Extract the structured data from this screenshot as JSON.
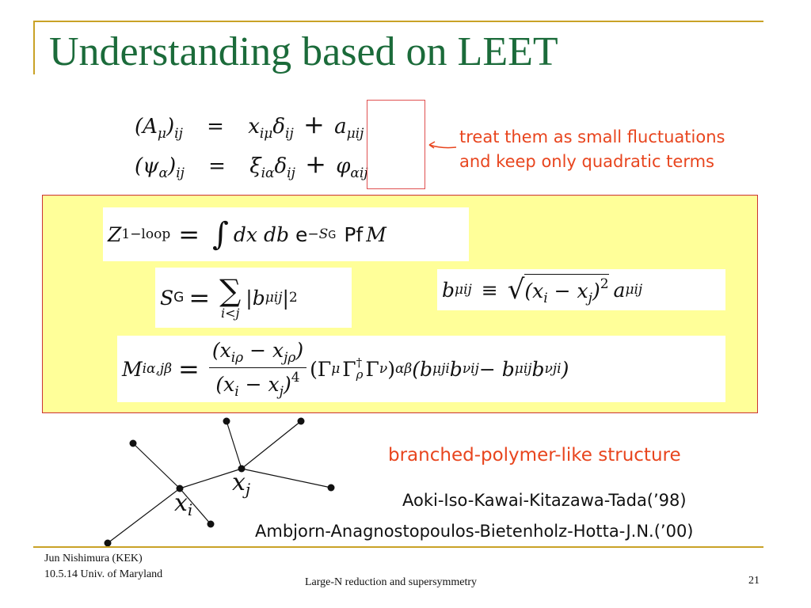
{
  "title": "Understanding based on LEET",
  "equations_top": {
    "row1": {
      "lhs_base": "(A",
      "lhs_sub1": "μ",
      "lhs_close": ")",
      "lhs_sub2": "ij",
      "eq": "=",
      "x": "x",
      "x_sub": "iμ",
      "delta": "δ",
      "delta_sub": "ij",
      "plus": "+",
      "fluct": "a",
      "fluct_sub": "μij"
    },
    "row2": {
      "lhs_base": "(ψ",
      "lhs_sub1": "α",
      "lhs_close": ")",
      "lhs_sub2": "ij",
      "eq": "=",
      "x": "ξ",
      "x_sub": "iα",
      "delta": "δ",
      "delta_sub": "ij",
      "plus": "+",
      "fluct": "φ",
      "fluct_sub": "αij"
    }
  },
  "note": {
    "line1": "treat them as small fluctuations",
    "line2": "and keep only quadratic terms"
  },
  "box": {
    "z": {
      "z": "Z",
      "z_sub": "1−loop",
      "eq": "=",
      "int": "∫",
      "measure": "dx db",
      "e": "e",
      "e_sup_minus": "−S",
      "e_sup_sub": "G",
      "pf": "Pf",
      "m": "M"
    },
    "s": {
      "s": "S",
      "s_sub": "G",
      "eq": "=",
      "sum": "∑",
      "sum_lim": "i<j",
      "abs_open": "|b",
      "abs_sub": "μij",
      "abs_close": "|",
      "sq": "2"
    },
    "b": {
      "b": "b",
      "b_sub": "μij",
      "equiv": "≡",
      "sqrt": "√",
      "inner": "(x",
      "i": "i",
      "minus": " − x",
      "j": "j",
      "close": ")",
      "sq": "2",
      "a": "a",
      "a_sub": "μij"
    },
    "m": {
      "m": "M",
      "m_sub": "iα,jβ",
      "eq": "=",
      "num": "(x",
      "num_sub1": "iρ",
      "num_minus": " − x",
      "num_sub2": "jρ",
      "num_close": ")",
      "den": "(x",
      "den_sub1": "i",
      "den_minus": " − x",
      "den_sub2": "j",
      "den_close": ")",
      "den_pow": "4",
      "gamma_open": "(Γ",
      "g1_sub": "μ",
      "g2": "Γ",
      "g2_sup": "†",
      "g2_sub": "ρ",
      "g3": "Γ",
      "g3_sub": "ν",
      "gamma_close": ")",
      "gamma_sub": "αβ",
      "b_expr": "(b",
      "b1_sub": "μji",
      "b2": "b",
      "b2_sub": "νij",
      "minus": " − b",
      "b3_sub": "μij",
      "b4": "b",
      "b4_sub": "νji",
      "b_close": ")"
    }
  },
  "graph": {
    "label_xj": "x",
    "label_xj_sub": "j",
    "label_xi": "x",
    "label_xi_sub": "i"
  },
  "branched_label": "branched-polymer-like structure",
  "ref1": "Aoki-Iso-Kawai-Kitazawa-Tada(’98)",
  "ref2": "Ambjorn-Anagnostopoulos-Bietenholz-Hotta-J.N.(’00)",
  "footer": {
    "author": "Jun Nishimura (KEK)",
    "venue": "10.5.14 Univ. of Maryland",
    "talk": "Large-N reduction and supersymmetry",
    "page": "21"
  },
  "colors": {
    "title": "#1b6b3a",
    "accent": "#e8451e",
    "rule": "#c9a227",
    "panel": "#ffff99",
    "panel_border": "#cc3333"
  }
}
